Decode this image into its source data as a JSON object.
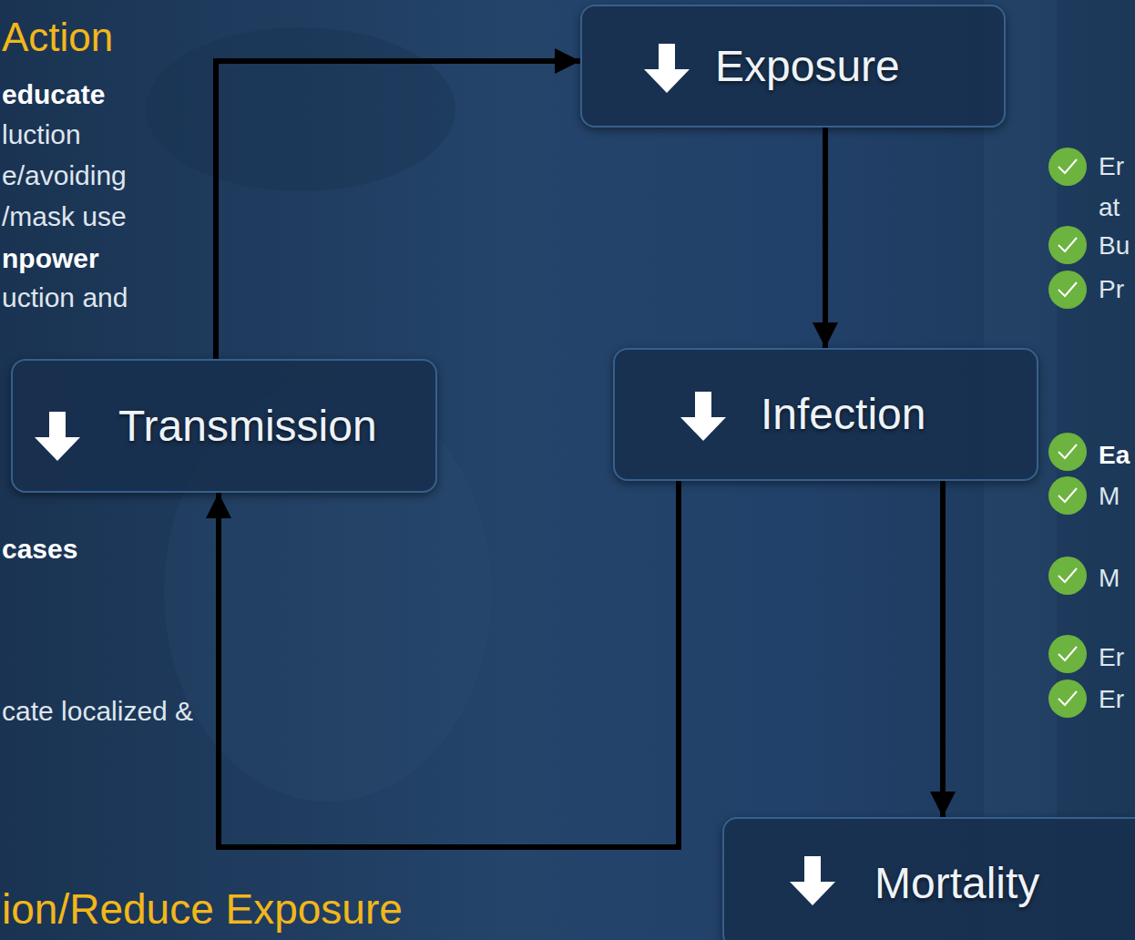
{
  "diagram": {
    "nodes": [
      {
        "text": [
          "Exposure"
        ]
      },
      {
        "text": [
          "Infection"
        ]
      },
      {
        "text": [
          "Transmission"
        ]
      },
      {
        "text": [
          "Mortality"
        ]
      }
    ],
    "edges": [
      {
        "from": 2,
        "to": 0,
        "arrow": "to"
      },
      {
        "from": 0,
        "to": 1,
        "arrow": "to"
      },
      {
        "from": 1,
        "to": 3,
        "arrow": "to"
      },
      {
        "from": 1,
        "to": 2,
        "arrow": "to"
      }
    ],
    "labels": [
      "Action",
      "educate",
      "luction",
      "e/avoiding",
      "/mask use",
      "npower",
      "uction and",
      "cases",
      "cate localized &",
      "ion/Reduce Exposure",
      "Er",
      "at",
      "Bu",
      "Pr",
      "Ea",
      "M",
      "M",
      "Er",
      "Er"
    ]
  }
}
